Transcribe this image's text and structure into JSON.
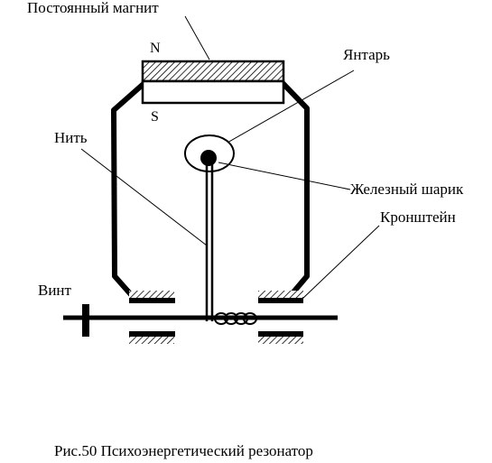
{
  "labels": {
    "magnet": "Постоянный магнит",
    "north": "N",
    "south": "S",
    "amber": "Янтарь",
    "thread": "Нить",
    "iron_ball": "Железный шарик",
    "bracket": "Кронштейн",
    "screw": "Винт"
  },
  "caption": "Рис.50 Психоэнергетический резонатор",
  "colors": {
    "ink": "#000000",
    "background": "#ffffff"
  }
}
